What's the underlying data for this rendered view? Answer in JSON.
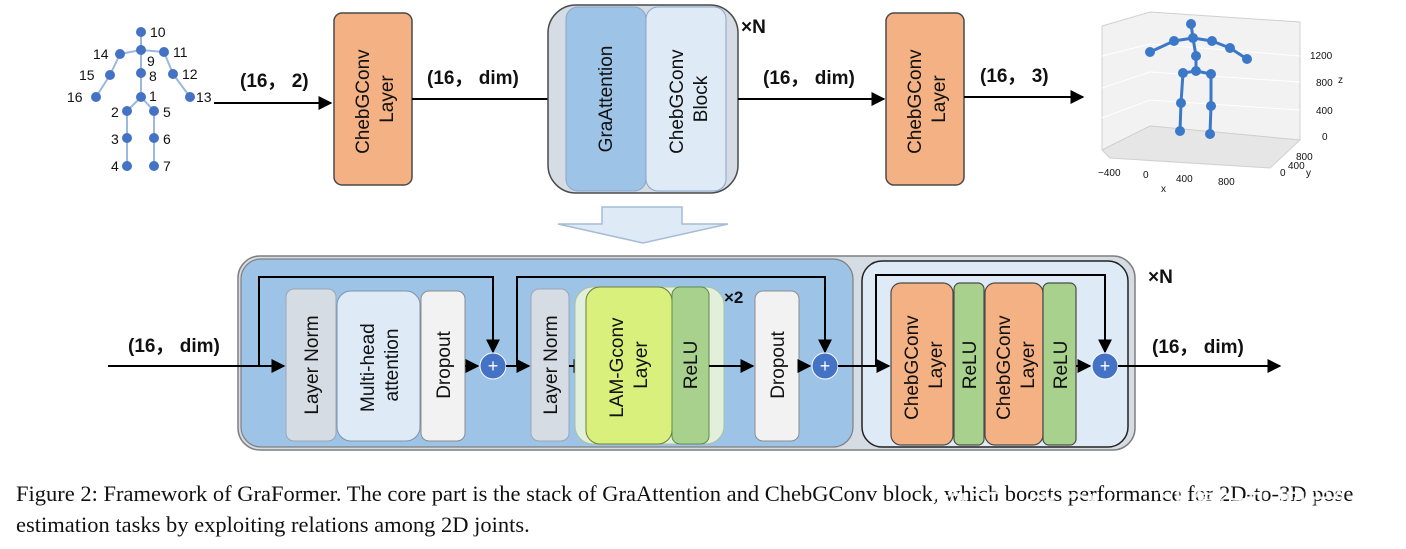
{
  "top_row": {
    "input_shape": "(16， 2)",
    "first_layer": [
      "ChebGConv",
      "Layer"
    ],
    "after_first": "(16， dim)",
    "block_repeat": "×N",
    "gra_attention": "GraAttention",
    "cheb_block": [
      "ChebGConv",
      "Block"
    ],
    "after_block": "(16， dim)",
    "last_layer": [
      "ChebGConv",
      "Layer"
    ],
    "output_shape": "(16， 3)"
  },
  "skeleton": {
    "joints": [
      "1",
      "2",
      "3",
      "4",
      "5",
      "6",
      "7",
      "8",
      "9",
      "10",
      "11",
      "12",
      "13",
      "14",
      "15",
      "16"
    ]
  },
  "pose_plot": {
    "z_ticks": [
      "1200",
      "800",
      "400",
      "0"
    ],
    "x_ticks": [
      "−400",
      "0",
      "400",
      "800"
    ],
    "y_ticks": [
      "0",
      "400",
      "800"
    ],
    "x_label": "x",
    "y_label": "y",
    "z_label": "z"
  },
  "detail": {
    "input_shape": "(16， dim)",
    "layer_norm_1": "Layer Norm",
    "mha": [
      "Multi-head",
      "attention"
    ],
    "dropout_1": "Dropout",
    "plus": "+",
    "layer_norm_2": "Layer Norm",
    "lam_gconv": [
      "LAM-Gconv",
      "Layer"
    ],
    "relu_1": "ReLU",
    "inner_repeat": "×2",
    "dropout_2": "Dropout",
    "cheb_a": [
      "ChebGConv",
      "Layer"
    ],
    "relu_a": "ReLU",
    "cheb_b": [
      "ChebGConv",
      "Layer"
    ],
    "relu_b": "ReLU",
    "outer_repeat": "×N",
    "output_shape": "(16， dim)"
  },
  "caption": "Figure 2: Framework of GraFormer. The core part is the stack of GraAttention and ChebGConv block, which boosts performance for 2D-to-3D pose estimation tasks by exploiting relations among 2D joints.",
  "watermark": "知乎 @CVer计算机视觉",
  "colors": {
    "cheb_orange": "#f4b183",
    "graattention_blue": "#9dc3e6",
    "block_light": "#deebf7",
    "lam_yellow": "#d9f07d",
    "relu_green": "#a9d18e",
    "plus_blue": "#4472c4",
    "panel_blue": "#9dc3e6",
    "panel_gray": "#d6dce4"
  }
}
